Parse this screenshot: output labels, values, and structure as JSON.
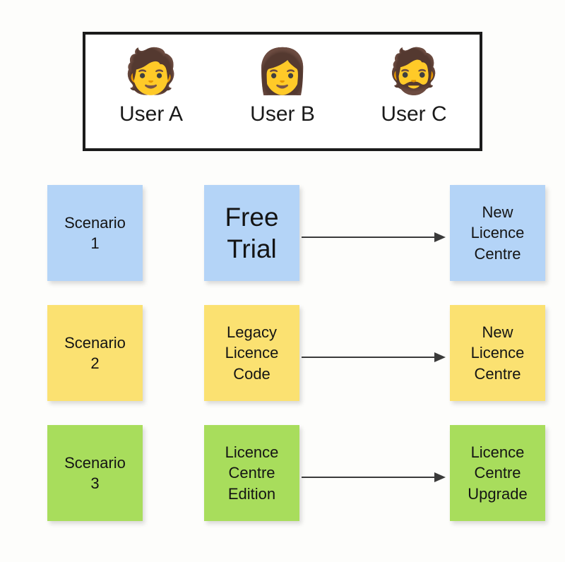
{
  "background_color": "#fdfdfb",
  "users_panel": {
    "border_color": "#1b1b1b",
    "users": [
      {
        "avatar": "🧑",
        "avatar_icon": "person-avatar-icon",
        "label": "User A"
      },
      {
        "avatar": "👩",
        "avatar_icon": "woman-avatar-icon",
        "label": "User B"
      },
      {
        "avatar": "🧔",
        "avatar_icon": "bearded-person-avatar-icon",
        "label": "User C"
      }
    ]
  },
  "arrow": {
    "icon": "right-arrow-icon",
    "color": "#3a3a3a"
  },
  "rows": [
    {
      "color": "#b4d4f7",
      "scenario": "Scenario\n1",
      "source": "Free\nTrial",
      "source_emphasis": true,
      "target": "New\nLicence\nCentre"
    },
    {
      "color": "#fbe171",
      "scenario": "Scenario\n2",
      "source": "Legacy\nLicence\nCode",
      "source_emphasis": false,
      "target": "New\nLicence\nCentre"
    },
    {
      "color": "#a8dd5c",
      "scenario": "Scenario\n3",
      "source": "Licence\nCentre\nEdition",
      "source_emphasis": false,
      "target": "Licence\nCentre\nUpgrade"
    }
  ]
}
